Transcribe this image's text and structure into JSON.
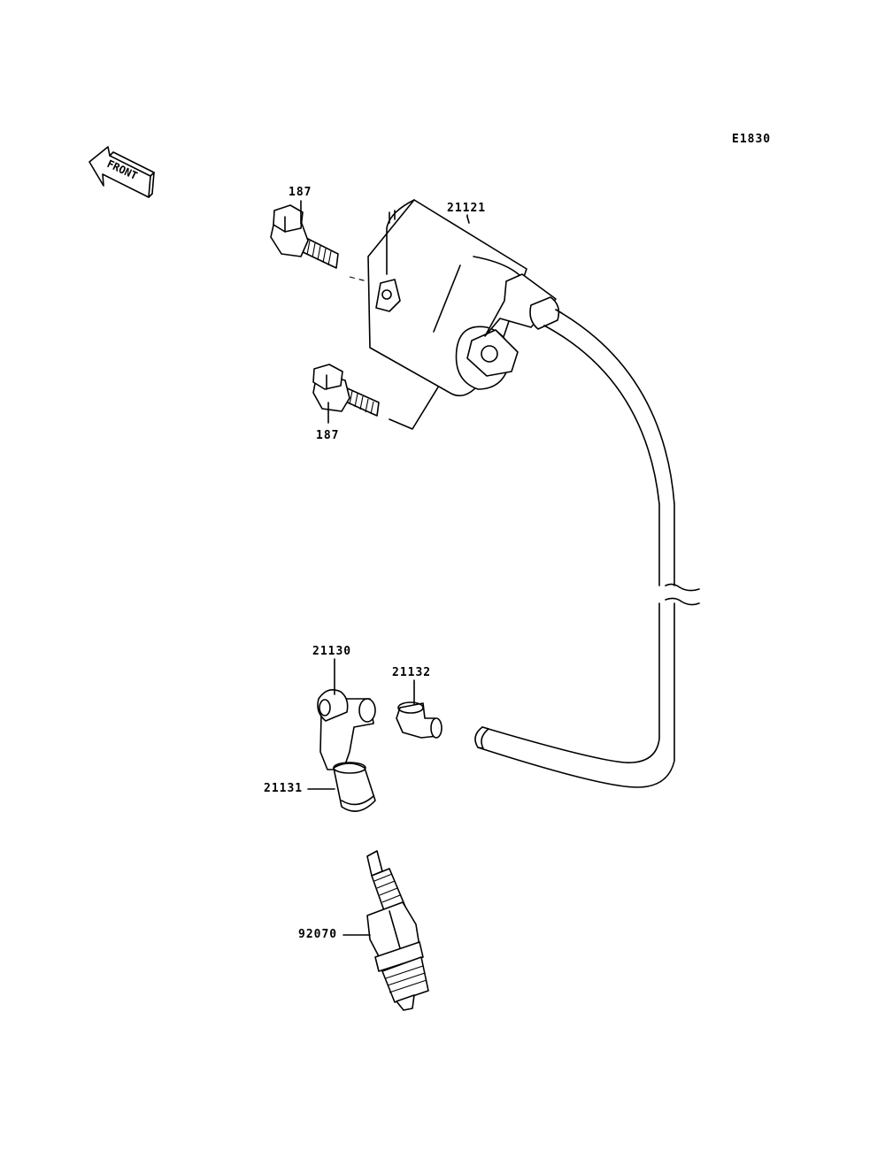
{
  "diagram": {
    "code": "E1830",
    "front_label": "FRONT",
    "parts": [
      {
        "id": "bolt-upper",
        "number": "187"
      },
      {
        "id": "ignition-coil",
        "number": "21121"
      },
      {
        "id": "bolt-lower",
        "number": "187"
      },
      {
        "id": "plug-cap",
        "number": "21130"
      },
      {
        "id": "cap-seal",
        "number": "21132"
      },
      {
        "id": "plug-cap-cover",
        "number": "21131"
      },
      {
        "id": "spark-plug",
        "number": "92070"
      }
    ]
  }
}
